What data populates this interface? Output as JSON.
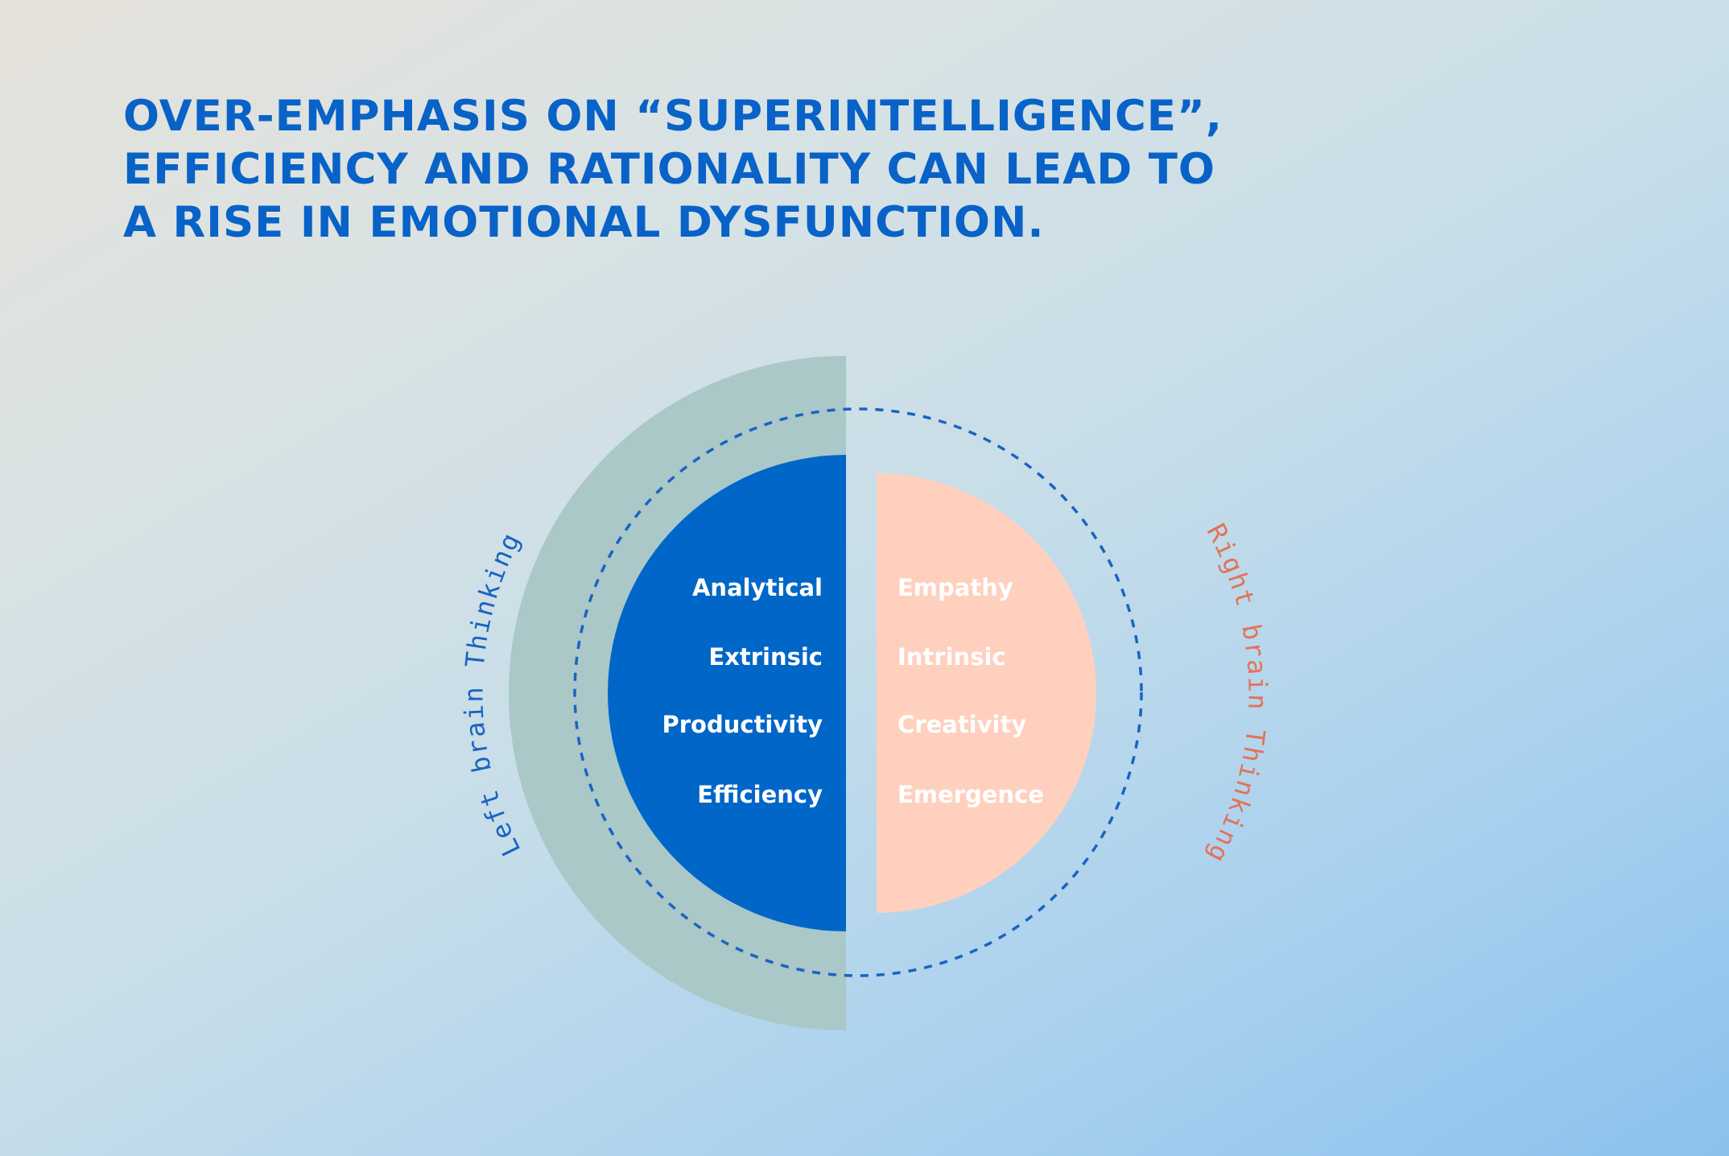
{
  "headline": {
    "lines": [
      "OVER-EMPHASIS ON “SUPERINTELLIGENCE”,",
      "EFFICIENCY AND RATIONALITY CAN LEAD TO",
      "A RISE IN EMOTIONAL DYSFUNCTION."
    ]
  },
  "diagram": {
    "left_label": "Left brain Thinking",
    "right_label": "Right brain Thinking",
    "left_terms": [
      "Analytical",
      "Extrinsic",
      "Productivity",
      "Efficiency"
    ],
    "right_terms": [
      "Empathy",
      "Intrinsic",
      "Creativity",
      "Emergence"
    ],
    "colors": {
      "headline": "#0862c7",
      "left_half": "#0066c8",
      "left_outer_ring": "#a9c8c7",
      "right_half": "#ffd0be",
      "dashed_circle": "#1a63c2",
      "left_label": "#1a63c2",
      "right_label": "#e2735a",
      "term_text": "#ffffff"
    }
  }
}
